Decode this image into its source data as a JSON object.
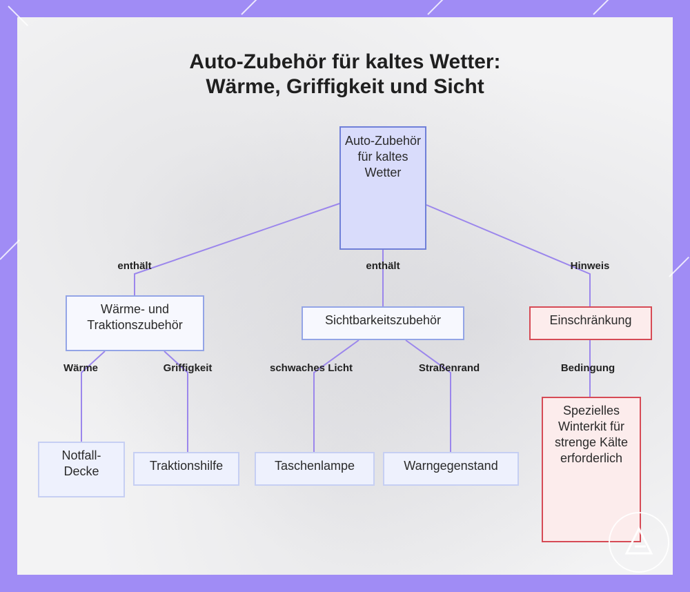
{
  "title": {
    "line1": "Auto-Zubehör für kaltes Wetter:",
    "line2": "Wärme, Griffigkeit und Sicht"
  },
  "nodes": {
    "root": "Auto-Zubehör für kaltes Wetter",
    "warmth": "Wärme- und Traktionszubehör",
    "visibility": "Sichtbarkeitszubehör",
    "limitation": "Einschränkung",
    "blanket": "Notfall-Decke",
    "traction": "Traktionshilfe",
    "flashlight": "Taschenlampe",
    "warning": "Warngegenstand",
    "winterkit": "Spezielles Winterkit für strenge Kälte erforderlich"
  },
  "edges": {
    "contains_left": "enthält",
    "contains_mid": "enthält",
    "note": "Hinweis",
    "warmth": "Wärme",
    "grip": "Griffigkeit",
    "low_light": "schwaches Licht",
    "roadside": "Straßenrand",
    "condition": "Bedingung"
  },
  "colors": {
    "frame": "#a08cf5",
    "edge": "#9b86ec",
    "root_fill": "#d9dcfb",
    "node_border": "#93a4e6",
    "warn_border": "#d64a55",
    "warn_fill": "#fcecec"
  }
}
